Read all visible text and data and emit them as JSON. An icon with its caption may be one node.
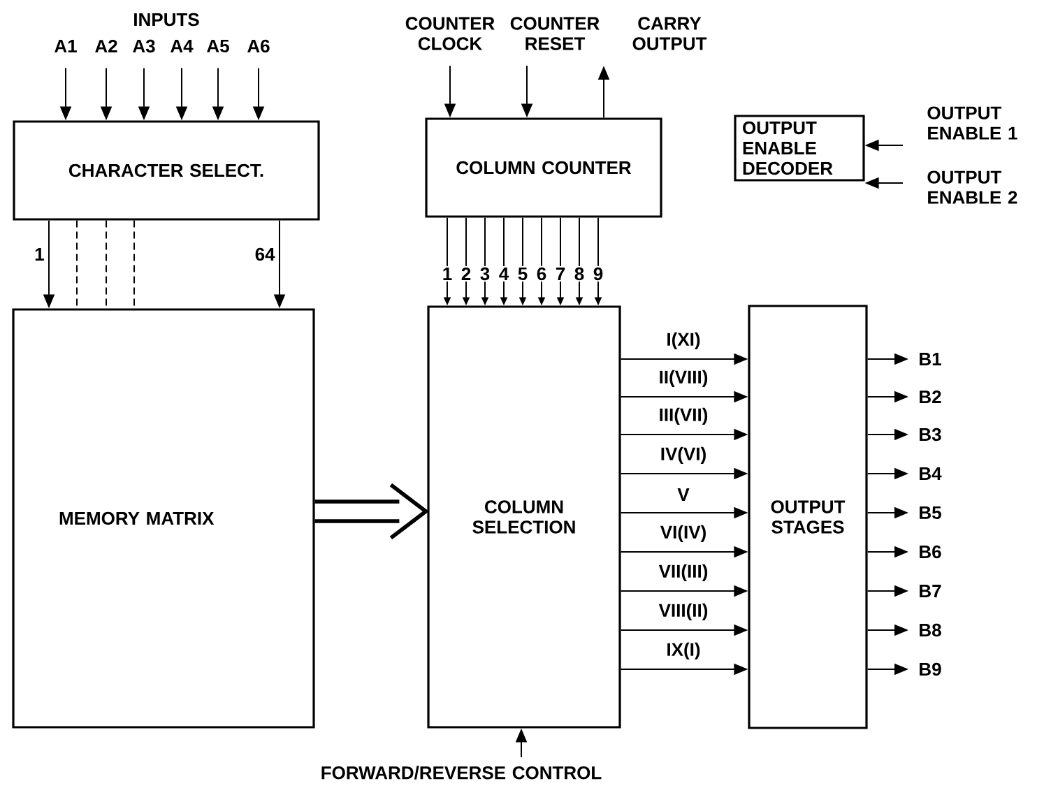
{
  "diagram": {
    "nodes": [
      {
        "text": [
          "CHARACTER SELECT."
        ]
      },
      {
        "text": [
          "COLUMN COUNTER"
        ]
      },
      {
        "text": [
          "OUTPUT ENABLE DECODER"
        ]
      },
      {
        "text": [
          "MEMORY MATRIX"
        ]
      },
      {
        "text": [
          "COLUMN SELECTION"
        ]
      },
      {
        "text": [
          "OUTPUT STAGES"
        ]
      },
      {
        "text": [
          "A1"
        ]
      },
      {
        "text": [
          "A2"
        ]
      },
      {
        "text": [
          "A3"
        ]
      },
      {
        "text": [
          "A4"
        ]
      },
      {
        "text": [
          "A5"
        ]
      },
      {
        "text": [
          "A6"
        ]
      },
      {
        "text": [
          "COUNTER CLOCK"
        ]
      },
      {
        "text": [
          "COUNTER RESET"
        ]
      },
      {
        "text": [
          "CARRY OUTPUT"
        ]
      },
      {
        "text": [
          "OUTPUT ENABLE 1"
        ]
      },
      {
        "text": [
          "OUTPUT ENABLE 2"
        ]
      },
      {
        "text": [
          "FORWARD/REVERSE CONTROL"
        ]
      },
      {
        "text": [
          "B1"
        ]
      },
      {
        "text": [
          "B2"
        ]
      },
      {
        "text": [
          "B3"
        ]
      },
      {
        "text": [
          "B4"
        ]
      },
      {
        "text": [
          "B5"
        ]
      },
      {
        "text": [
          "B6"
        ]
      },
      {
        "text": [
          "B7"
        ]
      },
      {
        "text": [
          "B8"
        ]
      },
      {
        "text": [
          "B9"
        ]
      }
    ],
    "edges": [
      {
        "from": 6,
        "to": 0,
        "arrow": "to"
      },
      {
        "from": 7,
        "to": 0,
        "arrow": "to"
      },
      {
        "from": 8,
        "to": 0,
        "arrow": "to"
      },
      {
        "from": 9,
        "to": 0,
        "arrow": "to"
      },
      {
        "from": 10,
        "to": 0,
        "arrow": "to"
      },
      {
        "from": 11,
        "to": 0,
        "arrow": "to"
      },
      {
        "from": 12,
        "to": 1,
        "arrow": "to"
      },
      {
        "from": 13,
        "to": 1,
        "arrow": "to"
      },
      {
        "from": 1,
        "to": 14,
        "arrow": "to"
      },
      {
        "from": 15,
        "to": 2,
        "arrow": "to"
      },
      {
        "from": 16,
        "to": 2,
        "arrow": "to"
      },
      {
        "from": 0,
        "to": 3,
        "arrow": "to",
        "label": "1"
      },
      {
        "from": 0,
        "to": 3,
        "arrow": "none",
        "style": "dashed"
      },
      {
        "from": 0,
        "to": 3,
        "arrow": "none",
        "style": "dashed"
      },
      {
        "from": 0,
        "to": 3,
        "arrow": "none",
        "style": "dashed"
      },
      {
        "from": 0,
        "to": 3,
        "arrow": "to",
        "label": "64"
      },
      {
        "from": 1,
        "to": 4,
        "arrow": "to",
        "label": "1"
      },
      {
        "from": 1,
        "to": 4,
        "arrow": "to",
        "label": "2"
      },
      {
        "from": 1,
        "to": 4,
        "arrow": "to",
        "label": "3"
      },
      {
        "from": 1,
        "to": 4,
        "arrow": "to",
        "label": "4"
      },
      {
        "from": 1,
        "to": 4,
        "arrow": "to",
        "label": "5"
      },
      {
        "from": 1,
        "to": 4,
        "arrow": "to",
        "label": "6"
      },
      {
        "from": 1,
        "to": 4,
        "arrow": "to",
        "label": "7"
      },
      {
        "from": 1,
        "to": 4,
        "arrow": "to",
        "label": "8"
      },
      {
        "from": 1,
        "to": 4,
        "arrow": "to",
        "label": "9"
      },
      {
        "from": 3,
        "to": 4,
        "arrow": "to",
        "style": "thick"
      },
      {
        "from": 4,
        "to": 5,
        "arrow": "to",
        "label": "I(XI)"
      },
      {
        "from": 4,
        "to": 5,
        "arrow": "to",
        "label": "II(VIII)"
      },
      {
        "from": 4,
        "to": 5,
        "arrow": "to",
        "label": "III(VII)"
      },
      {
        "from": 4,
        "to": 5,
        "arrow": "to",
        "label": "IV(VI)"
      },
      {
        "from": 4,
        "to": 5,
        "arrow": "to",
        "label": "V"
      },
      {
        "from": 4,
        "to": 5,
        "arrow": "to",
        "label": "VI(IV)"
      },
      {
        "from": 4,
        "to": 5,
        "arrow": "to",
        "label": "VII(III)"
      },
      {
        "from": 4,
        "to": 5,
        "arrow": "to",
        "label": "VIII(II)"
      },
      {
        "from": 4,
        "to": 5,
        "arrow": "to",
        "label": "IX(I)"
      },
      {
        "from": 5,
        "to": 18,
        "arrow": "to"
      },
      {
        "from": 5,
        "to": 19,
        "arrow": "to"
      },
      {
        "from": 5,
        "to": 20,
        "arrow": "to"
      },
      {
        "from": 5,
        "to": 21,
        "arrow": "to"
      },
      {
        "from": 5,
        "to": 22,
        "arrow": "to"
      },
      {
        "from": 5,
        "to": 23,
        "arrow": "to"
      },
      {
        "from": 5,
        "to": 24,
        "arrow": "to"
      },
      {
        "from": 5,
        "to": 25,
        "arrow": "to"
      },
      {
        "from": 5,
        "to": 26,
        "arrow": "to"
      },
      {
        "from": 17,
        "to": 4,
        "arrow": "to"
      }
    ],
    "labels": [
      "INPUTS"
    ]
  }
}
